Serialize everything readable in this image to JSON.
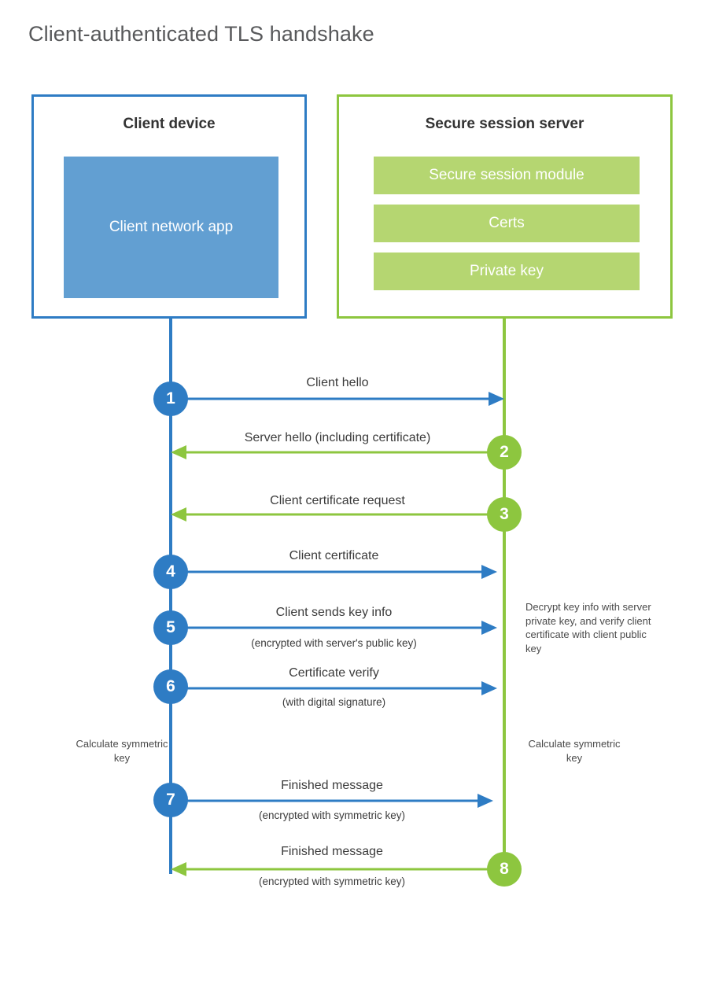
{
  "title": "Client-authenticated TLS handshake",
  "actors": {
    "client": {
      "title": "Client device",
      "app_label": "Client network app",
      "border_color": "#2E7CC4",
      "app_color": "#629FD2"
    },
    "server": {
      "title": "Secure session server",
      "border_color": "#8DC63F",
      "module_color": "#B5D671",
      "modules": [
        {
          "label": "Secure session module"
        },
        {
          "label": "Certs"
        },
        {
          "label": "Private key"
        }
      ]
    }
  },
  "steps": [
    {
      "number": "1",
      "label": "Client hello",
      "sublabel": "",
      "direction": "client-to-server",
      "color": "#2E7CC4"
    },
    {
      "number": "2",
      "label": "Server hello (including certificate)",
      "sublabel": "",
      "direction": "server-to-client",
      "color": "#8DC63F"
    },
    {
      "number": "3",
      "label": "Client certificate request",
      "sublabel": "",
      "direction": "server-to-client",
      "color": "#8DC63F"
    },
    {
      "number": "4",
      "label": "Client certificate",
      "sublabel": "",
      "direction": "client-to-server",
      "color": "#2E7CC4"
    },
    {
      "number": "5",
      "label": "Client sends key info",
      "sublabel": "(encrypted with server's public key)",
      "direction": "client-to-server",
      "color": "#2E7CC4"
    },
    {
      "number": "6",
      "label": "Certificate verify",
      "sublabel": "(with digital signature)",
      "direction": "client-to-server",
      "color": "#2E7CC4"
    },
    {
      "number": "7",
      "label": "Finished message",
      "sublabel": "(encrypted with symmetric key)",
      "direction": "client-to-server",
      "color": "#2E7CC4"
    },
    {
      "number": "8",
      "label": "Finished message",
      "sublabel": "(encrypted with symmetric key)",
      "direction": "server-to-client",
      "color": "#8DC63F"
    }
  ],
  "notes": {
    "server_decrypt": "Decrypt key info with server private key, and verify client certificate with client public key",
    "client_calculate": "Calculate symmetric key",
    "server_calculate": "Calculate symmetric key"
  }
}
